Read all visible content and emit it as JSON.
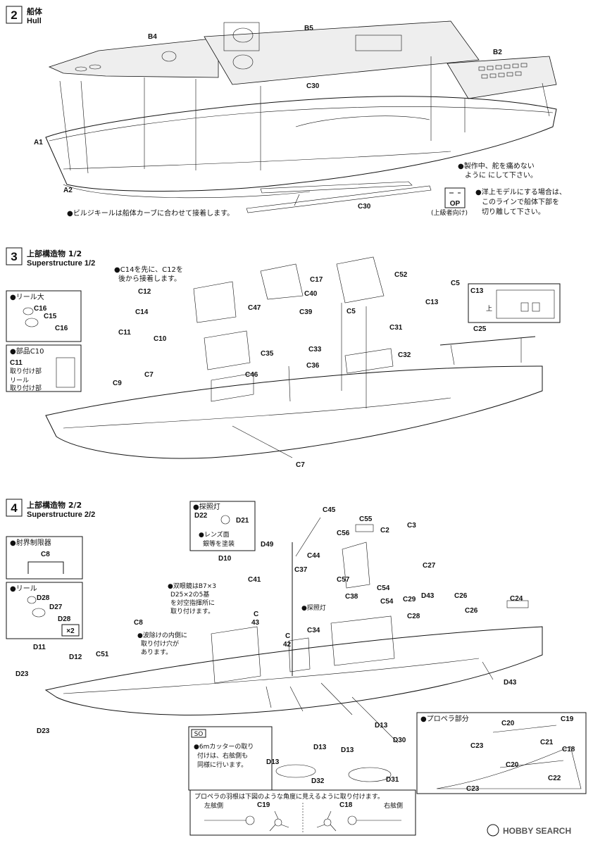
{
  "steps": [
    {
      "number": "2",
      "title_jp": "船体",
      "title_en": "Hull",
      "labels": [
        "B4",
        "B5",
        "B2",
        "C30",
        "A1",
        "A2",
        "C30"
      ],
      "notes": [
        "●ビルジキールは船体カーブに合わせて接着します。",
        "●製作中、舵を痛めない",
        "ように にして下さい。",
        "●洋上モデルにする場合は、",
        "このラインで船体下部を",
        "切り離して下さい。"
      ],
      "op_badge": {
        "text": "OP",
        "caption": "(上級者向け)"
      }
    },
    {
      "number": "3",
      "title_jp": "上部構造物 1/2",
      "title_en": "Superstructure 1/2",
      "labels": [
        "C14",
        "C12",
        "C17",
        "C40",
        "C52",
        "C5",
        "C47",
        "C39",
        "C11",
        "C10",
        "C33",
        "C35",
        "C36",
        "C46",
        "C31",
        "C32",
        "C25",
        "C13",
        "C5",
        "C7",
        "C9",
        "C7",
        "C16",
        "C15",
        "C16"
      ],
      "notes": [
        "●C14を先に、C12を",
        "後から接着します。"
      ],
      "insets": [
        {
          "title": "●リール大",
          "labels": [
            "C16",
            "C15",
            "C16"
          ]
        },
        {
          "title": "●部品C10",
          "lines": [
            "C11",
            "取り付け部",
            "リール",
            "取り付け部"
          ]
        },
        {
          "title": "C13",
          "caption": "上"
        }
      ]
    },
    {
      "number": "4",
      "title_jp": "上部構造物 2/2",
      "title_en": "Superstructure 2/2",
      "labels": [
        "C45",
        "C55",
        "C2",
        "C3",
        "C56",
        "D49",
        "C44",
        "D10",
        "C37",
        "C27",
        "C57",
        "C41",
        "C54",
        "C38",
        "C54",
        "C29",
        "D43",
        "C26",
        "C24",
        "C",
        "43",
        "C26",
        "C28",
        "C8",
        "C34",
        "C",
        "42",
        "C51",
        "D11",
        "D12",
        "D23",
        "D43",
        "D23",
        "D13",
        "D13",
        "D30",
        "D13",
        "D13",
        "D32",
        "D31"
      ],
      "notes": [
        "●双眼鏡はB7×3",
        "D25×2の5基",
        "を対空指揮所に",
        "取り付けます。",
        "●波除けの内側に",
        "取り付け穴が",
        "あります。",
        "●探照灯"
      ],
      "insets": [
        {
          "title": "●探照灯",
          "labels": [
            "D22",
            "D21"
          ],
          "lines": [
            "●レンズ面",
            "銀等を塗装"
          ]
        },
        {
          "title": "●射界制限器",
          "labels": [
            "C8"
          ]
        },
        {
          "title": "●リール",
          "labels": [
            "D28",
            "D27",
            "D28"
          ],
          "multiplier": "×2"
        },
        {
          "title": "SO",
          "lines": [
            "●6mカッターの取り",
            "付けは、右舷側も",
            "同様に行います。"
          ]
        },
        {
          "title": "●プロペラ部分",
          "labels": [
            "C20",
            "C19",
            "C21",
            "C18",
            "C23",
            "C20",
            "C22",
            "C23"
          ]
        }
      ],
      "propeller_note": {
        "text": "プロペラの羽根は下図のような角度に見えるように取り付けます。",
        "left_label": "左舷側",
        "left_part": "C19",
        "right_label": "右舷側",
        "right_part": "C18"
      }
    }
  ],
  "watermark": "HOBBY SEARCH"
}
